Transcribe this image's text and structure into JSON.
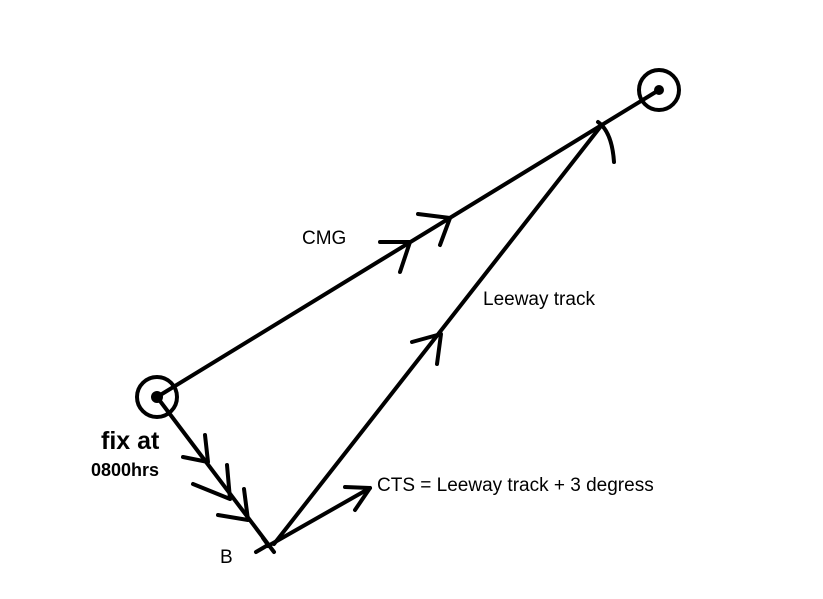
{
  "labels": {
    "cmg": "CMG",
    "leeway": "Leeway track",
    "cts": "CTS = Leeway track + 3 degress",
    "fix_line1": "fix at",
    "fix_line2": "0800hrs",
    "point_b": "B"
  },
  "colors": {
    "ink": "#000000",
    "background": "#ffffff"
  }
}
